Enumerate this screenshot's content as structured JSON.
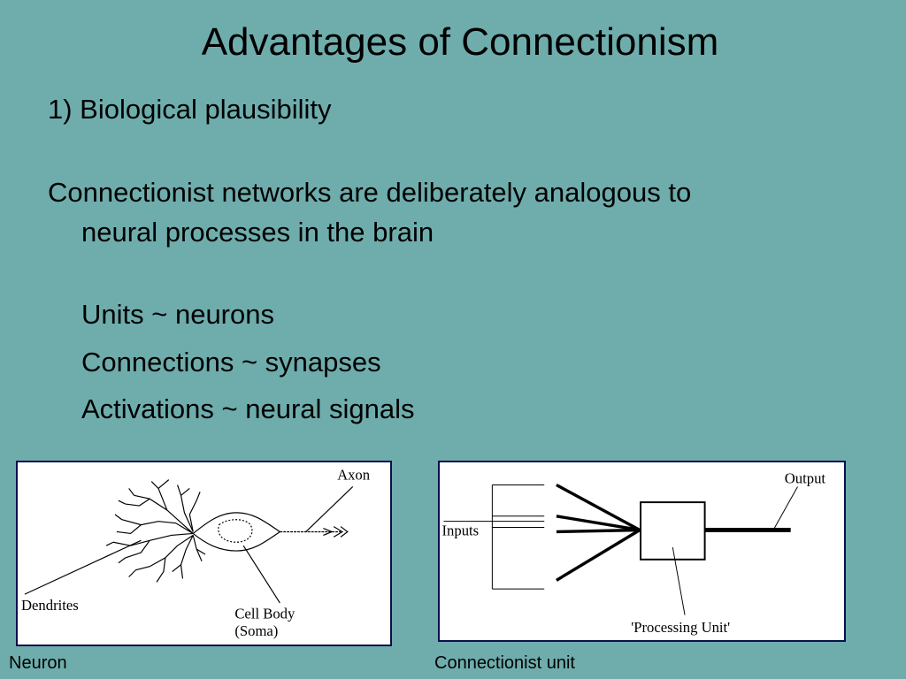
{
  "slide": {
    "title": "Advantages of Connectionism",
    "point": "1) Biological plausibility",
    "statement_line1": "Connectionist networks are deliberately analogous to",
    "statement_line2": "neural processes in the brain",
    "analogies": [
      "Units ~ neurons",
      "Connections ~ synapses",
      "Activations ~ neural signals"
    ]
  },
  "figures": {
    "neuron": {
      "caption": "Neuron",
      "labels": {
        "axon": "Axon",
        "dendrites": "Dendrites",
        "cell_body": "Cell Body",
        "soma": "(Soma)"
      }
    },
    "unit": {
      "caption": "Connectionist unit",
      "labels": {
        "inputs": "Inputs",
        "output": "Output",
        "processing_unit": "'Processing Unit'"
      }
    }
  }
}
